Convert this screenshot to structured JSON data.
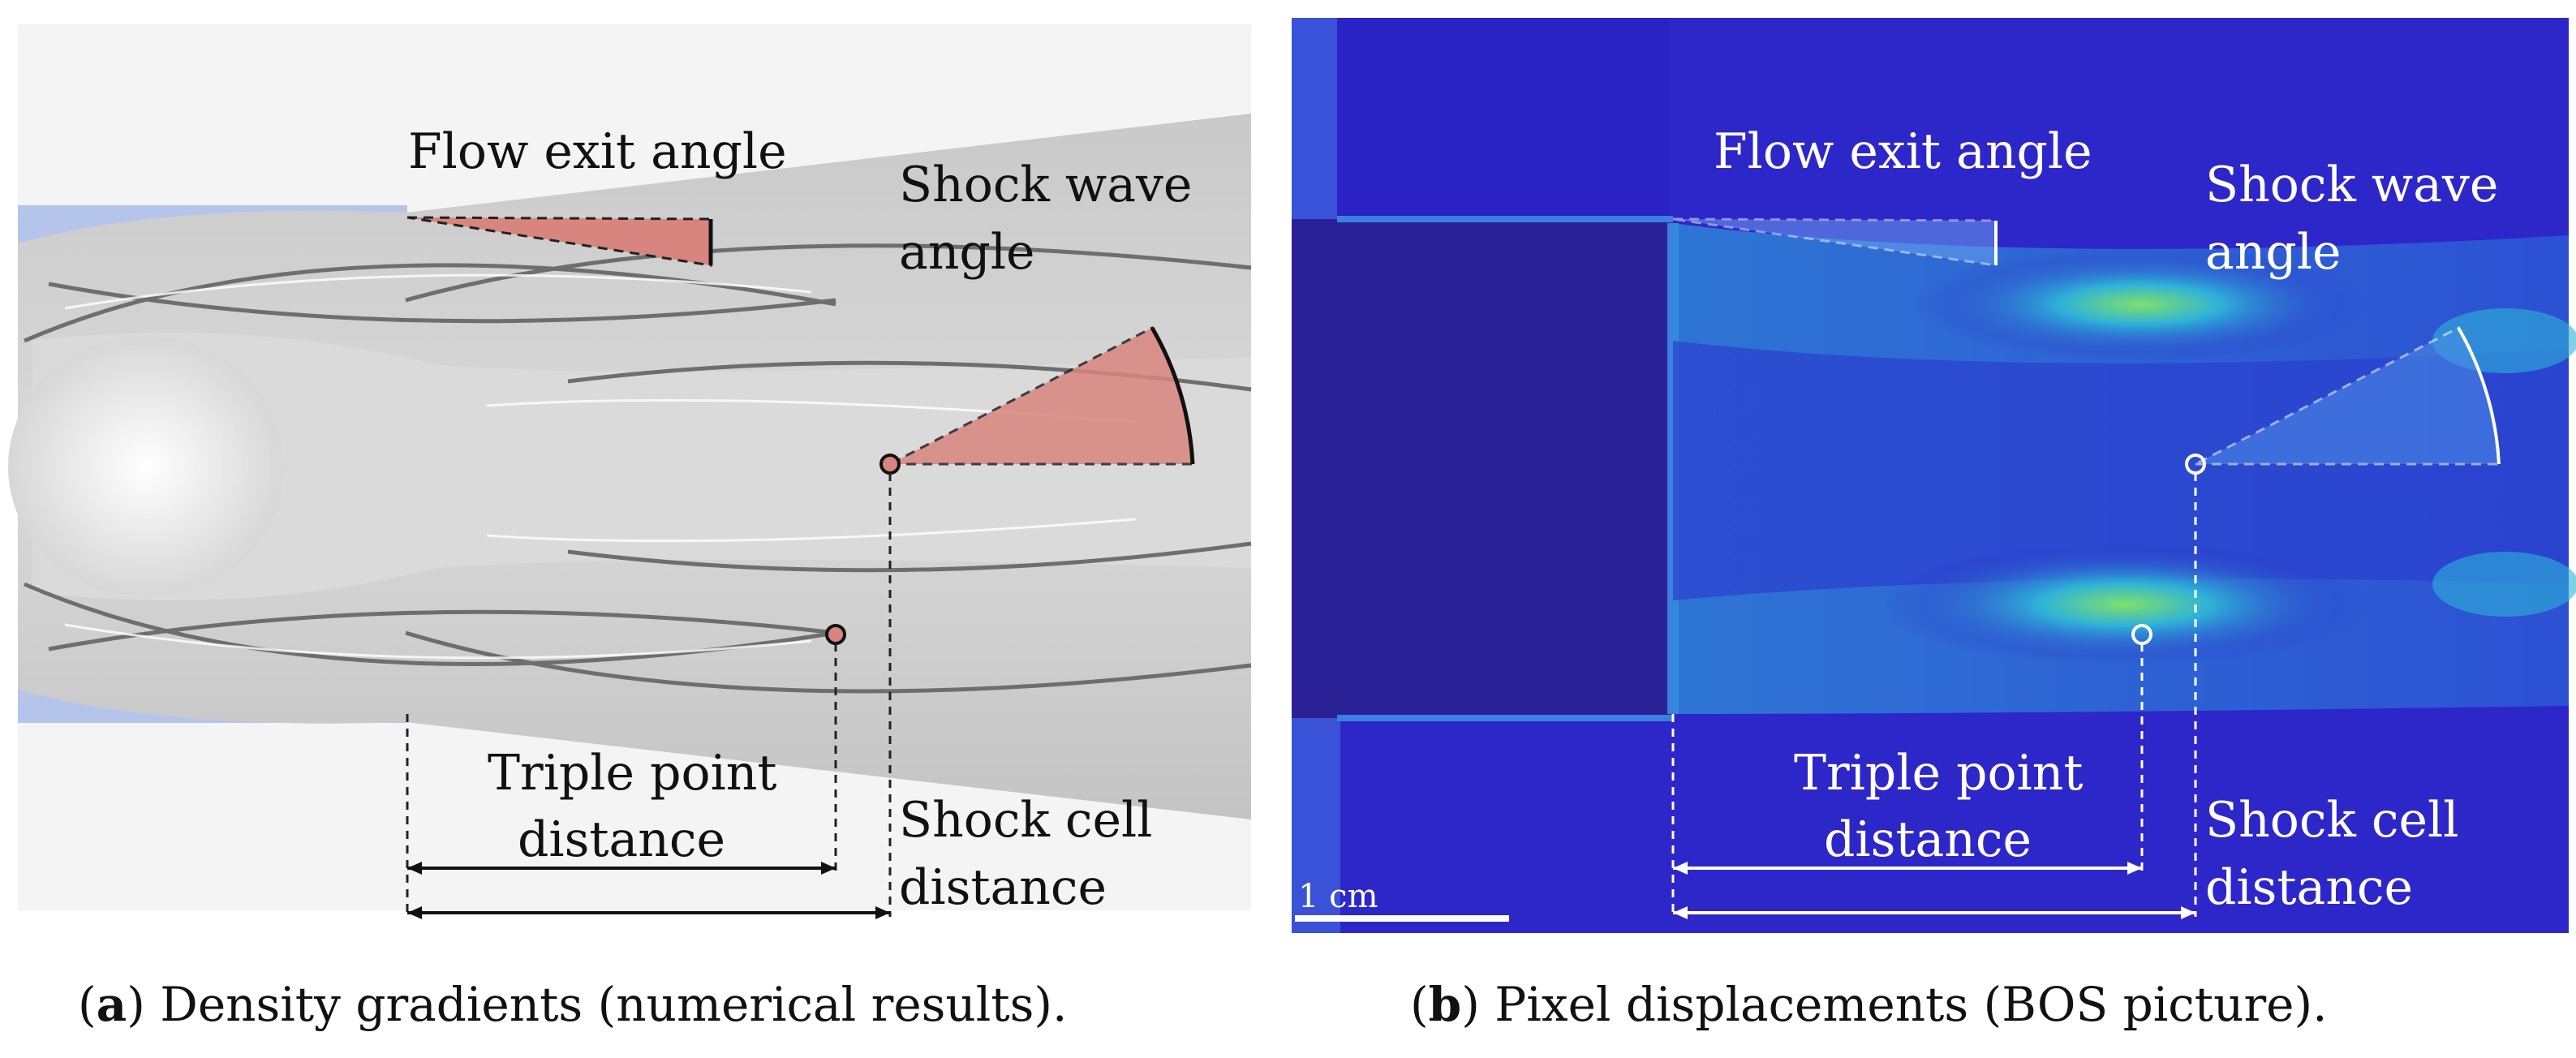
{
  "panel_a": {
    "caption_letter": "a",
    "caption_open": "(",
    "caption_close": ")",
    "caption_text": " Density gradients (numerical results).",
    "labels": {
      "flow_exit_angle": "Flow exit angle",
      "shock_wave_angle_line1": "Shock wave",
      "shock_wave_angle_line2": "angle",
      "triple_point_line1": "Triple point",
      "triple_point_line2": "distance",
      "shock_cell_line1": "Shock cell",
      "shock_cell_line2": "distance"
    },
    "colors": {
      "wedge": "#d9857f",
      "nozzle": "#b5c4ea",
      "plume": "#b3b3b3"
    }
  },
  "panel_b": {
    "caption_letter": "b",
    "caption_open": "(",
    "caption_close": ")",
    "caption_text": " Pixel displacements (BOS picture).",
    "labels": {
      "flow_exit_angle": "Flow exit angle",
      "shock_wave_angle_line1": "Shock wave",
      "shock_wave_angle_line2": "angle",
      "triple_point_line1": "Triple point",
      "triple_point_line2": "distance",
      "shock_cell_line1": "Shock cell",
      "shock_cell_line2": "distance"
    },
    "scale_bar_label": "1 cm",
    "colors": {
      "background": "#2d26c9",
      "nozzle": "#2b2196",
      "jet": "#2f8fd8",
      "hot": "#7ee06a"
    }
  }
}
